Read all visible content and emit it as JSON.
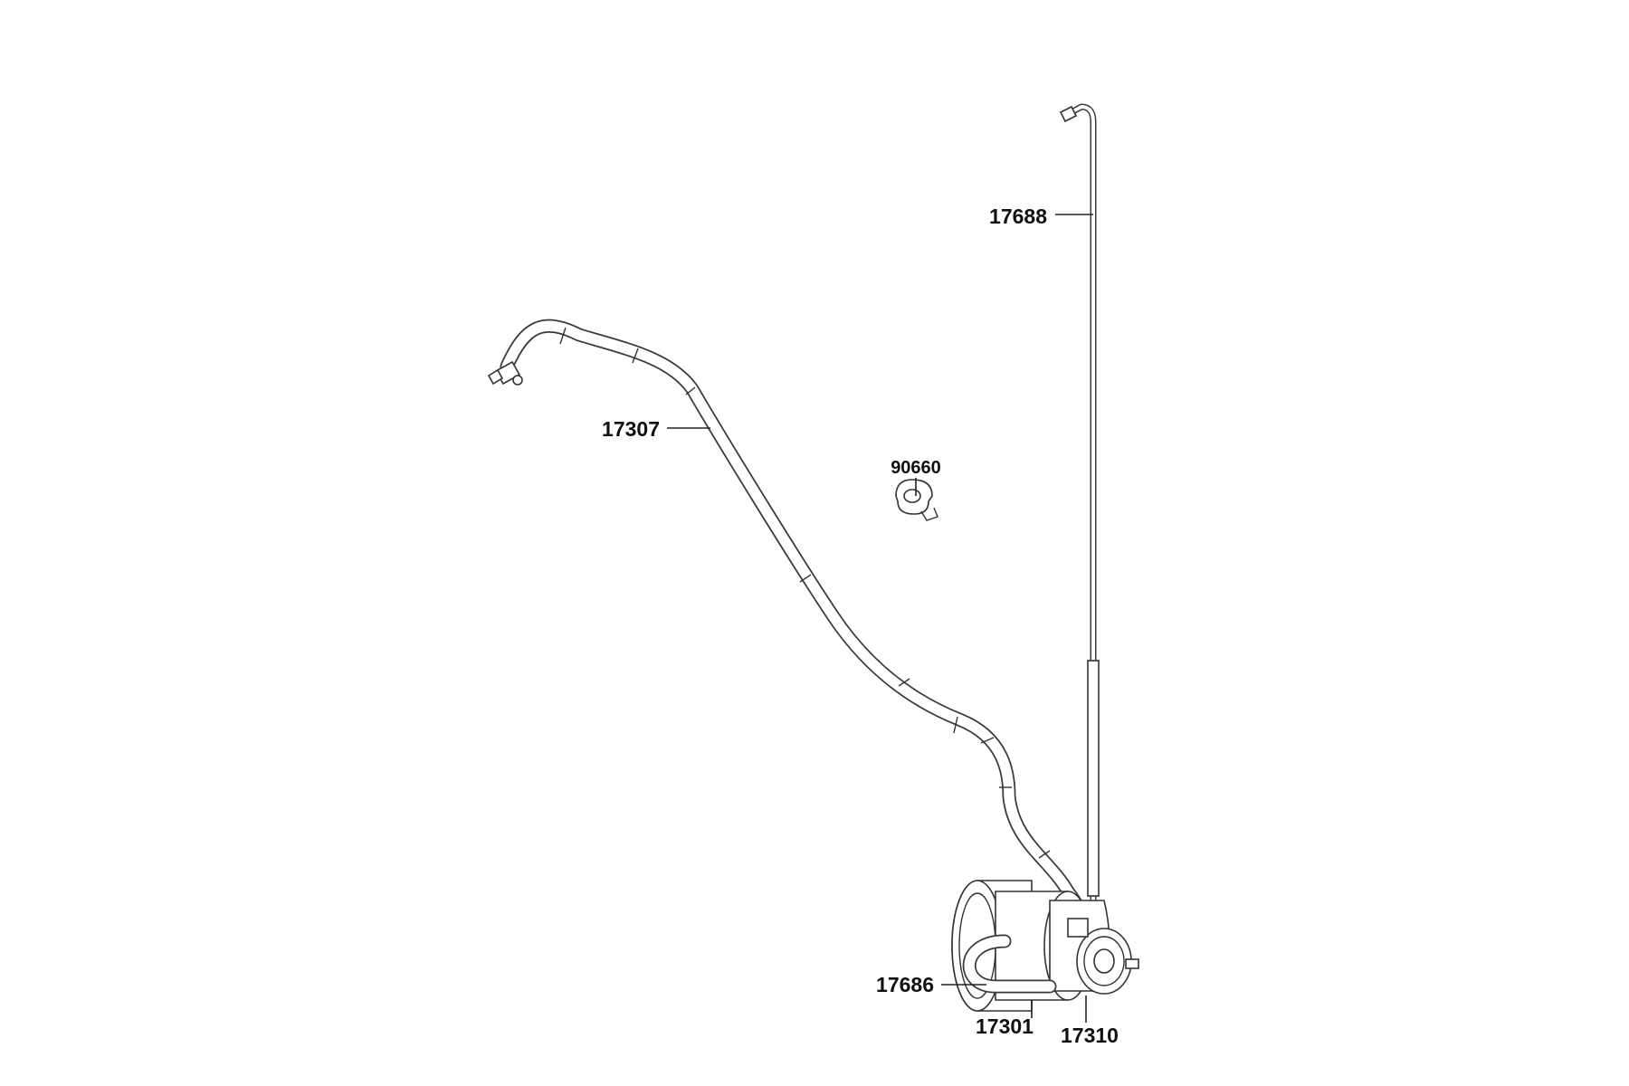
{
  "parts": [
    {
      "id": "17688",
      "label": "17688"
    },
    {
      "id": "17307",
      "label": "17307"
    },
    {
      "id": "90660",
      "label": "90660"
    },
    {
      "id": "17686",
      "label": "17686"
    },
    {
      "id": "17301",
      "label": "17301"
    },
    {
      "id": "17310",
      "label": "17310"
    }
  ],
  "colors": {
    "line": "#333333",
    "text": "#111111",
    "background": "#ffffff"
  }
}
